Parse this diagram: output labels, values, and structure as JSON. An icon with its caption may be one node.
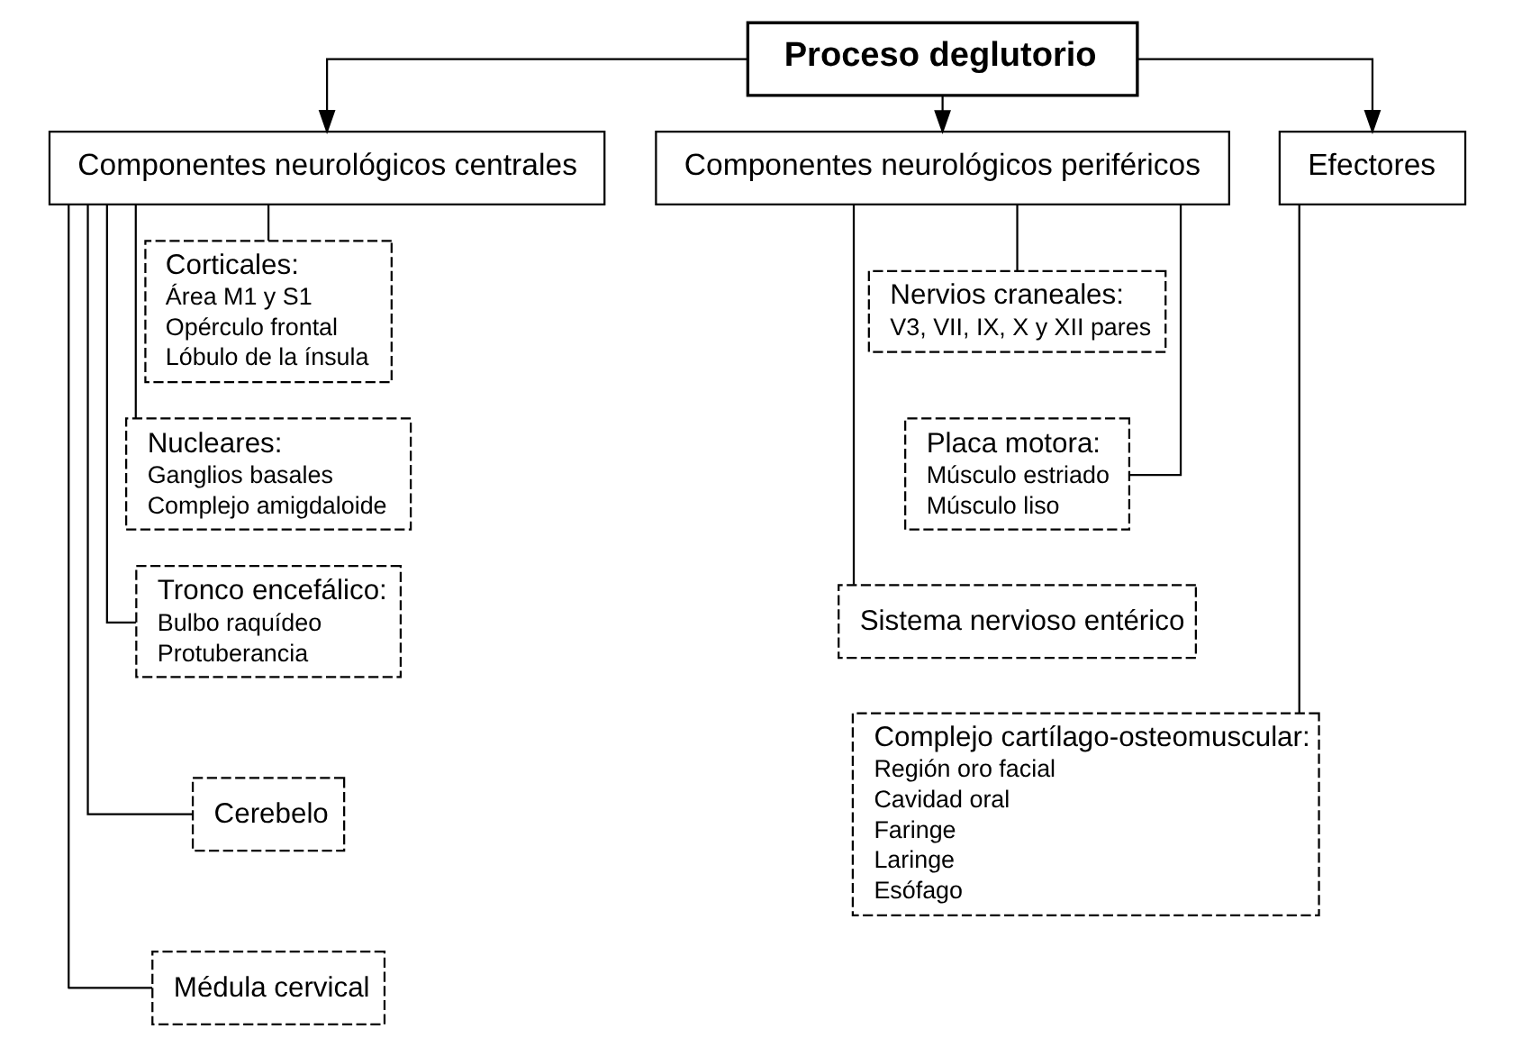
{
  "diagram": {
    "nodes": [
      {
        "text": [
          "Proceso deglutorio"
        ]
      },
      {
        "text": [
          "Componentes neurológicos centrales"
        ]
      },
      {
        "text": [
          "Componentes neurológicos periféricos"
        ]
      },
      {
        "text": [
          "Efectores"
        ]
      },
      {
        "text": [
          "Corticales:",
          "Área M1 y S1",
          "Opérculo frontal",
          "Lóbulo de la ínsula"
        ]
      },
      {
        "text": [
          "Nucleares:",
          "Ganglios basales",
          "Complejo amigdaloide"
        ]
      },
      {
        "text": [
          "Tronco encefálico:",
          "Bulbo raquídeo",
          "Protuberancia"
        ]
      },
      {
        "text": [
          "Cerebelo"
        ]
      },
      {
        "text": [
          "Médula cervical"
        ]
      },
      {
        "text": [
          "Nervios craneales:",
          "V3, VII, IX, X y XII pares"
        ]
      },
      {
        "text": [
          "Placa motora:",
          "Músculo estriado",
          "Músculo liso"
        ]
      },
      {
        "text": [
          "Sistema nervioso entérico"
        ]
      },
      {
        "text": [
          "Complejo cartílago-osteomuscular:",
          "Región oro facial",
          "Cavidad oral",
          "Faringe",
          "Laringe",
          "Esófago"
        ]
      }
    ],
    "edges": [
      {
        "from": 0,
        "to": 1,
        "arrow": "to"
      },
      {
        "from": 0,
        "to": 2,
        "arrow": "to"
      },
      {
        "from": 0,
        "to": 3,
        "arrow": "to"
      },
      {
        "from": 1,
        "to": 4,
        "arrow": "none"
      },
      {
        "from": 1,
        "to": 5,
        "arrow": "none"
      },
      {
        "from": 1,
        "to": 6,
        "arrow": "none"
      },
      {
        "from": 1,
        "to": 7,
        "arrow": "none"
      },
      {
        "from": 1,
        "to": 8,
        "arrow": "none"
      },
      {
        "from": 2,
        "to": 9,
        "arrow": "none"
      },
      {
        "from": 2,
        "to": 10,
        "arrow": "none"
      },
      {
        "from": 2,
        "to": 11,
        "arrow": "none"
      },
      {
        "from": 3,
        "to": 12,
        "arrow": "none"
      }
    ]
  }
}
